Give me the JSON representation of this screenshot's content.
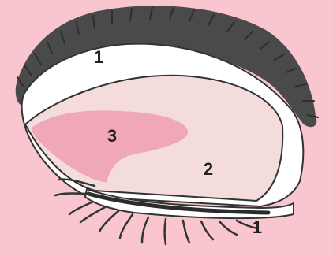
{
  "colors": {
    "background": "#f9c6d0",
    "brow": "#4a4a4a",
    "highlight": "#ffffff",
    "lid": "#f5dcdc",
    "crease": "#f0a8b8",
    "outline": "#333333",
    "lash_line": "#2b2b2b"
  },
  "icons": [
    "eyebrow",
    "eyelashes",
    "eye-outline"
  ],
  "diagram": {
    "zones": [
      {
        "id": "brow-bone",
        "label": "1"
      },
      {
        "id": "lid",
        "label": "2"
      },
      {
        "id": "crease",
        "label": "3"
      },
      {
        "id": "lower-lash-line",
        "label": "1"
      }
    ]
  }
}
